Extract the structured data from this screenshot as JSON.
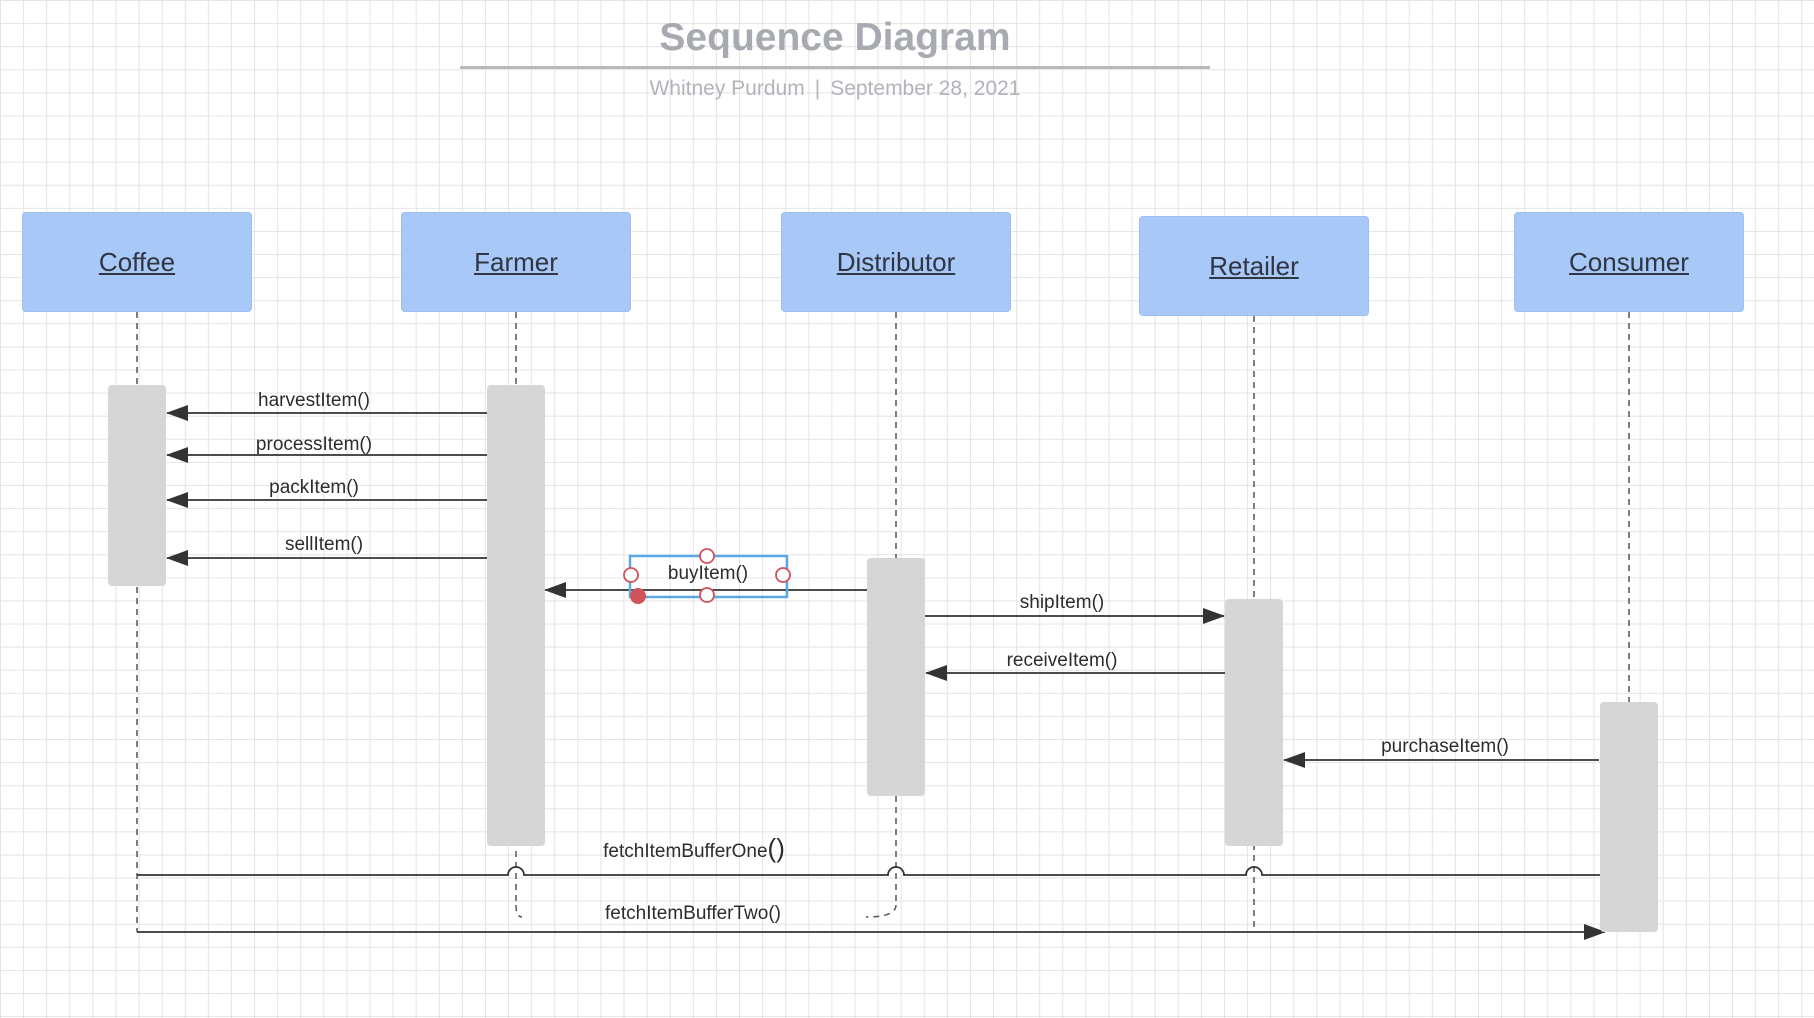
{
  "header": {
    "title": "Sequence Diagram",
    "author": "Whitney Purdum",
    "separator": "|",
    "date": "September 28, 2021"
  },
  "actors": [
    "Coffee",
    "Farmer",
    "Distributor",
    "Retailer",
    "Consumer"
  ],
  "messages": {
    "harvest": "harvestItem()",
    "process": "processItem()",
    "pack": "packItem()",
    "sell": "sellItem()",
    "buy": "buyItem()",
    "ship": "shipItem()",
    "receive": "receiveItem()",
    "purchase": "purchaseItem()",
    "fetch_one": "fetchItemBufferOne",
    "fetch_one_parens": "()",
    "fetch_two": "fetchItemBufferTwo()"
  },
  "colors": {
    "actor_fill": "#a8c8f8",
    "activation_fill": "#d6d6d6",
    "selection": "#5aa9e6",
    "handle": "#d0525a"
  }
}
